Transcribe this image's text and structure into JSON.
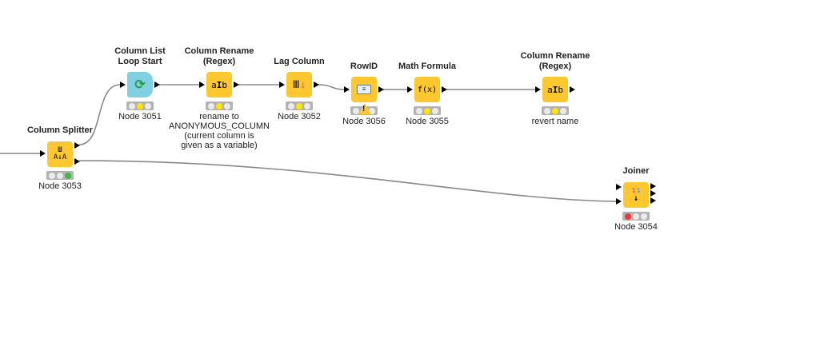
{
  "workflow": {
    "nodes": [
      {
        "id": "column-splitter",
        "title": "Column Splitter",
        "label": "Node 3053",
        "icon": "column-splitter-icon",
        "status": [
          "off",
          "off",
          "green"
        ]
      },
      {
        "id": "column-list-loop-start",
        "title_lines": [
          "Column List",
          "Loop Start"
        ],
        "label": "Node 3051",
        "icon": "loop-icon",
        "status": [
          "off",
          "yellow",
          "off"
        ]
      },
      {
        "id": "column-rename-regex-1",
        "title_lines": [
          "Column Rename",
          "(Regex)"
        ],
        "label_lines": [
          "rename to",
          "ANONYMOUS_COLUMN",
          "(current column is",
          "given as a variable)"
        ],
        "icon": "rename-icon",
        "status": [
          "off",
          "yellow",
          "off"
        ]
      },
      {
        "id": "lag-column",
        "title": "Lag Column",
        "label": "Node 3052",
        "icon": "lag-column-icon",
        "status": [
          "off",
          "yellow",
          "off"
        ]
      },
      {
        "id": "rowid",
        "title": "RowID",
        "label": "Node 3056",
        "icon": "rowid-icon",
        "status": [
          "off",
          "off",
          "off"
        ],
        "warning": "!"
      },
      {
        "id": "math-formula",
        "title": "Math Formula",
        "label": "Node 3055",
        "icon": "math-formula-icon",
        "icon_text": "f(x)",
        "status": [
          "off",
          "yellow",
          "off"
        ]
      },
      {
        "id": "column-rename-regex-2",
        "title_lines": [
          "Column Rename",
          "(Regex)"
        ],
        "label": "revert name",
        "icon": "rename-icon",
        "status": [
          "off",
          "yellow",
          "off"
        ]
      },
      {
        "id": "joiner",
        "title": "Joiner",
        "label": "Node 3054",
        "icon": "joiner-icon",
        "status": [
          "red",
          "off",
          "off"
        ]
      }
    ],
    "rename_icon_text": {
      "left": "a",
      "right": "b"
    }
  }
}
